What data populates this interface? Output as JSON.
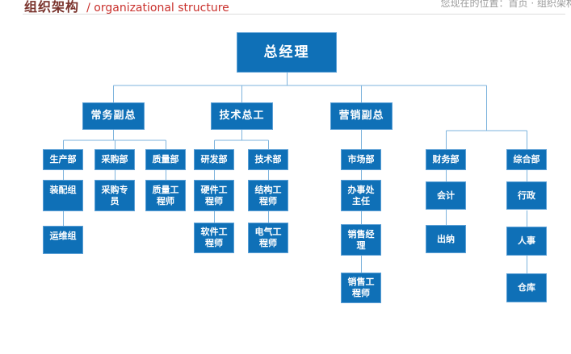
{
  "page": {
    "title_cn": "组织架构",
    "title_en": "/ organizational structure",
    "breadcrumb": {
      "prefix": "您现在的位置：",
      "home": "首页",
      "separator": " · ",
      "current": "组织架构"
    }
  },
  "colors": {
    "box_fill": "#0f70b7",
    "box_border": "#5ca0d6",
    "connector_line": "#7db3dd",
    "title_cn": "#7a332c",
    "title_en": "#c9302c",
    "breadcrumb": "#9a9a9a"
  },
  "org_chart": {
    "nodes": [
      {
        "id": "gm",
        "label": "总经理",
        "parent": null
      },
      {
        "id": "vp1",
        "label": "常务副总",
        "parent": "gm"
      },
      {
        "id": "vp2",
        "label": "技术总工",
        "parent": "gm"
      },
      {
        "id": "vp3",
        "label": "营销副总",
        "parent": "gm"
      },
      {
        "id": "d1",
        "label": "生产部",
        "parent": "vp1"
      },
      {
        "id": "d2",
        "label": "采购部",
        "parent": "vp1"
      },
      {
        "id": "d3",
        "label": "质量部",
        "parent": "vp1"
      },
      {
        "id": "d4",
        "label": "研发部",
        "parent": "vp2"
      },
      {
        "id": "d5",
        "label": "技术部",
        "parent": "vp2"
      },
      {
        "id": "d6",
        "label": "市场部",
        "parent": "vp3"
      },
      {
        "id": "d7",
        "label": "财务部",
        "parent": "gm"
      },
      {
        "id": "d8",
        "label": "综合部",
        "parent": "gm"
      },
      {
        "id": "s1",
        "label": "装配组",
        "parent": "d1"
      },
      {
        "id": "s2",
        "label": "采购专\n员",
        "parent": "d2"
      },
      {
        "id": "s3",
        "label": "质量工\n程师",
        "parent": "d3"
      },
      {
        "id": "s4",
        "label": "硬件工\n程师",
        "parent": "d4"
      },
      {
        "id": "s5",
        "label": "结构工\n程师",
        "parent": "d5"
      },
      {
        "id": "s6",
        "label": "办事处\n主任",
        "parent": "d6"
      },
      {
        "id": "s7",
        "label": "会计",
        "parent": "d7"
      },
      {
        "id": "s8",
        "label": "行政",
        "parent": "d8"
      },
      {
        "id": "t1",
        "label": "运维组",
        "parent": "s1"
      },
      {
        "id": "t2",
        "label": "软件工\n程师",
        "parent": "s4"
      },
      {
        "id": "t3",
        "label": "电气工\n程师",
        "parent": "s5"
      },
      {
        "id": "t4",
        "label": "销售经\n理",
        "parent": "s6"
      },
      {
        "id": "t5",
        "label": "出纳",
        "parent": "s7"
      },
      {
        "id": "t6",
        "label": "人事",
        "parent": "s8"
      },
      {
        "id": "u1",
        "label": "销售工\n程师",
        "parent": "t4"
      },
      {
        "id": "u2",
        "label": "仓库",
        "parent": "t6"
      }
    ]
  }
}
